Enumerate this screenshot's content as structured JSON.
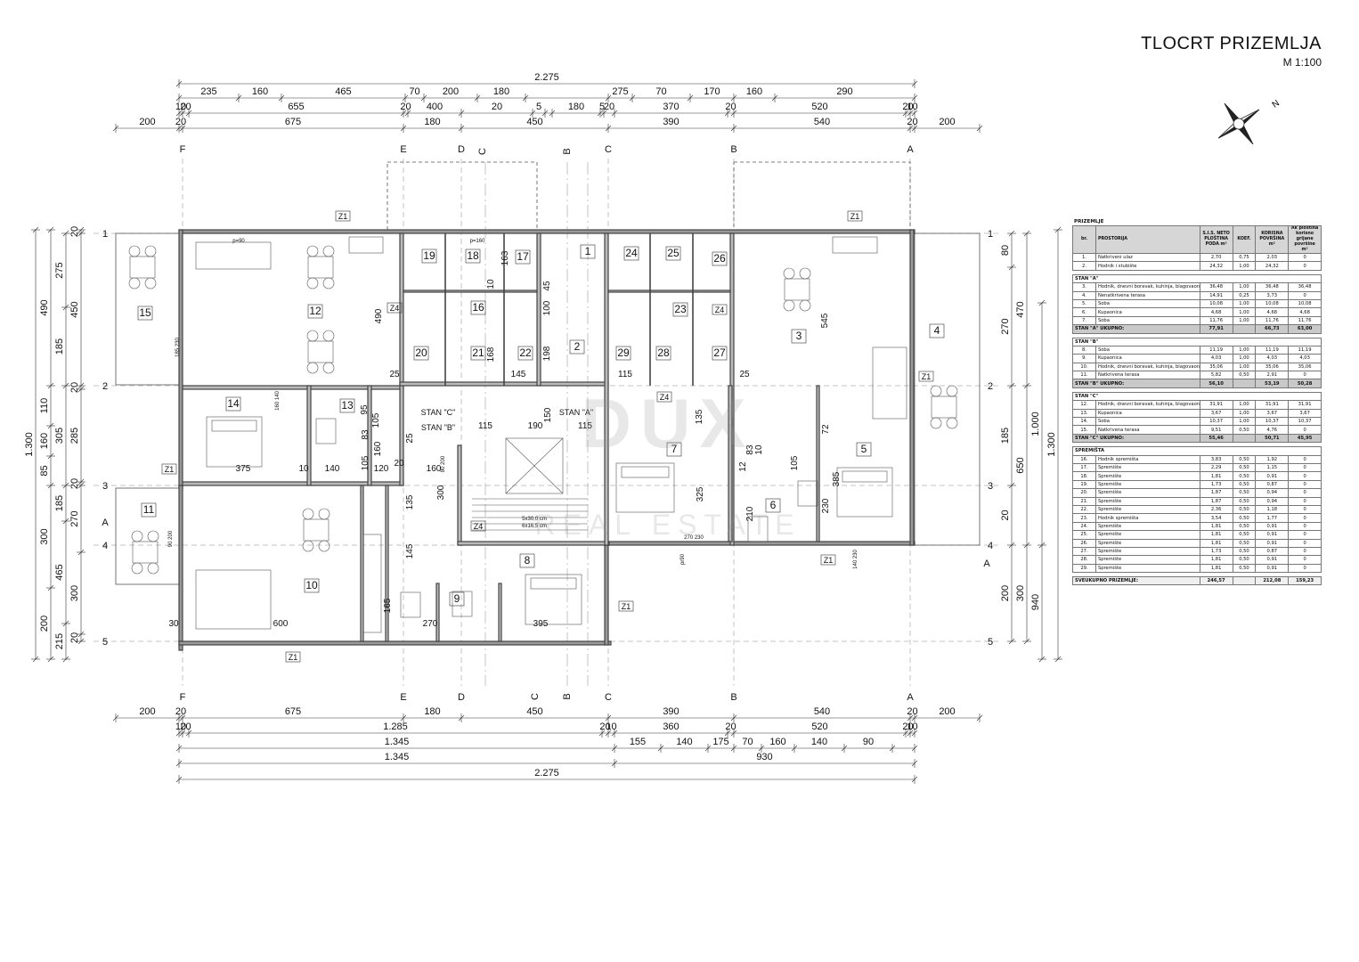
{
  "title": {
    "main": "TLOCRT PRIZEMLJA",
    "scale": "M 1:100"
  },
  "watermark": {
    "brand": "DUX",
    "sub": "REAL ESTATE"
  },
  "legend": {
    "heading": "PRIZEMLJE",
    "columns": [
      "br.",
      "PROSTORIJA",
      "S.I.S. NETO PLOŠTINA PODA m²",
      "KOEF.",
      "KORISNA POVRŠINA m²",
      "Ak ploština korisno grijane površine m²"
    ],
    "groups": [
      {
        "label": "",
        "rows": [
          [
            "1.",
            "Natkriveni ulaz",
            "2,70",
            "0,75",
            "2,03",
            "0"
          ],
          [
            "2.",
            "Hodnik i stubište",
            "24,32",
            "1,00",
            "24,32",
            "0"
          ]
        ]
      },
      {
        "label": "STAN \"A\"",
        "rows": [
          [
            "3.",
            "Hodnik, dnevni boravak, kuhinja, blagovaonica",
            "36,48",
            "1,00",
            "36,48",
            "36,48"
          ],
          [
            "4.",
            "Nenatkrivena terasa",
            "14,91",
            "0,25",
            "3,73",
            "0"
          ],
          [
            "5.",
            "Soba",
            "10,08",
            "1,00",
            "10,08",
            "10,08"
          ],
          [
            "6.",
            "Kupaonica",
            "4,68",
            "1,00",
            "4,68",
            "4,68"
          ],
          [
            "7.",
            "Soba",
            "11,76",
            "1,00",
            "11,76",
            "11,76"
          ]
        ],
        "total": [
          "STAN \"A\" UKUPNO:",
          "77,91",
          "",
          "66,73",
          "63,00"
        ]
      },
      {
        "label": "STAN \"B\"",
        "rows": [
          [
            "8.",
            "Soba",
            "11,19",
            "1,00",
            "11,19",
            "11,19"
          ],
          [
            "9.",
            "Kupaonica",
            "4,03",
            "1,00",
            "4,03",
            "4,03"
          ],
          [
            "10.",
            "Hodnik, dnevni boravak, kuhinja, blagovaonica",
            "35,06",
            "1,00",
            "35,06",
            "35,06"
          ],
          [
            "11.",
            "Natkrivena terasa",
            "5,82",
            "0,50",
            "2,91",
            "0"
          ]
        ],
        "total": [
          "STAN \"B\" UKUPNO:",
          "56,10",
          "",
          "53,19",
          "50,28"
        ]
      },
      {
        "label": "STAN \"C\"",
        "rows": [
          [
            "12.",
            "Hodnik, dnevni boravak, kuhinja, blagovaonica",
            "31,91",
            "1,00",
            "31,91",
            "31,91"
          ],
          [
            "13.",
            "Kupaonica",
            "3,67",
            "1,00",
            "3,67",
            "3,67"
          ],
          [
            "14.",
            "Soba",
            "10,37",
            "1,00",
            "10,37",
            "10,37"
          ],
          [
            "15.",
            "Natkrivena terasa",
            "9,51",
            "0,50",
            "4,76",
            "0"
          ]
        ],
        "total": [
          "STAN \"C\" UKUPNO:",
          "55,46",
          "",
          "50,71",
          "45,95"
        ]
      },
      {
        "label": "SPREMIŠTA",
        "rows": [
          [
            "16.",
            "Hodnik spremišta",
            "3,83",
            "0,50",
            "1,92",
            "0"
          ],
          [
            "17.",
            "Spremište",
            "2,29",
            "0,50",
            "1,15",
            "0"
          ],
          [
            "18.",
            "Spremište",
            "1,81",
            "0,50",
            "0,91",
            "0"
          ],
          [
            "19.",
            "Spremište",
            "1,73",
            "0,50",
            "0,87",
            "0"
          ],
          [
            "20.",
            "Spremište",
            "1,87",
            "0,50",
            "0,94",
            "0"
          ],
          [
            "21.",
            "Spremište",
            "1,87",
            "0,50",
            "0,94",
            "0"
          ],
          [
            "22.",
            "Spremište",
            "2,36",
            "0,50",
            "1,18",
            "0"
          ],
          [
            "23.",
            "Hodnik spremišta",
            "3,54",
            "0,50",
            "1,77",
            "0"
          ],
          [
            "24.",
            "Spremište",
            "1,81",
            "0,50",
            "0,91",
            "0"
          ],
          [
            "25.",
            "Spremište",
            "1,81",
            "0,50",
            "0,91",
            "0"
          ],
          [
            "26.",
            "Spremište",
            "1,81",
            "0,50",
            "0,91",
            "0"
          ],
          [
            "27.",
            "Spremište",
            "1,73",
            "0,50",
            "0,87",
            "0"
          ],
          [
            "28.",
            "Spremište",
            "1,81",
            "0,50",
            "0,91",
            "0"
          ],
          [
            "29.",
            "Spremište",
            "1,81",
            "0,50",
            "0,91",
            "0"
          ]
        ]
      }
    ],
    "grand_total": [
      "SVEUKUPNO PRIZEMLJE:",
      "246,57",
      "",
      "212,08",
      "159,23"
    ]
  },
  "plan": {
    "gridX": [
      "F",
      "E",
      "D",
      "C",
      "B",
      "A"
    ],
    "gridY": [
      "1",
      "2",
      "3",
      "4",
      "5"
    ],
    "sections": [
      "C",
      "B",
      "A"
    ],
    "topDims": {
      "total": "2.275",
      "row1": [
        "235",
        "160",
        "465",
        "70",
        "200",
        "180",
        "275",
        "70",
        "170",
        "160",
        "290"
      ],
      "row2": [
        "10",
        "20",
        "655",
        "20",
        "400",
        "20",
        "5",
        "180",
        "5",
        "20",
        "370",
        "20",
        "520",
        "20",
        "10"
      ],
      "row3": [
        "200",
        "20",
        "675",
        "180",
        "450",
        "390",
        "540",
        "20",
        "200"
      ]
    },
    "bottomDims": {
      "row1": [
        "200",
        "20",
        "675",
        "180",
        "450",
        "390",
        "540",
        "20",
        "200"
      ],
      "row2": [
        "10",
        "20",
        "1.285",
        "20",
        "10",
        "360",
        "20",
        "520",
        "20",
        "10"
      ],
      "row3": [
        "1.345",
        "155",
        "140",
        "175",
        "70",
        "160",
        "140",
        "90"
      ],
      "row4": [
        "1.345",
        "930"
      ],
      "total": "2.275"
    },
    "leftDims": {
      "outer": "1.300",
      "colA": [
        "490",
        "110",
        "160",
        "85",
        "300",
        "200"
      ],
      "colB": [
        "275",
        "185",
        "305",
        "185",
        "465",
        "215"
      ],
      "colC": [
        "20",
        "450",
        "20",
        "285",
        "20",
        "270",
        "300",
        "20"
      ]
    },
    "rightDims": {
      "outer": "1.300",
      "colA": [
        "270",
        "940",
        "1.000"
      ],
      "colB": [
        "470",
        "650",
        "300",
        "200"
      ],
      "colC": [
        "80",
        "185",
        "270",
        "20"
      ]
    },
    "rooms": [
      "1",
      "2",
      "3",
      "4",
      "5",
      "6",
      "7",
      "8",
      "9",
      "10",
      "11",
      "12",
      "13",
      "14",
      "15",
      "16",
      "17",
      "18",
      "19",
      "20",
      "21",
      "22",
      "23",
      "24",
      "25",
      "26",
      "27",
      "28",
      "29"
    ],
    "flatLabels": [
      "STAN \"C\"",
      "STAN \"B\"",
      "STAN \"A\""
    ],
    "walls": [
      "Z1",
      "Z4"
    ],
    "innerDims": [
      "490",
      "25",
      "105",
      "95",
      "83",
      "105",
      "160",
      "120",
      "140",
      "375",
      "10",
      "20",
      "160",
      "25",
      "115",
      "190",
      "115",
      "150",
      "100",
      "198",
      "163",
      "45",
      "10",
      "168",
      "145",
      "115",
      "25",
      "545",
      "135",
      "325",
      "10",
      "83",
      "12",
      "210",
      "105",
      "230",
      "385",
      "72",
      "600",
      "165",
      "270",
      "395",
      "30",
      "300",
      "135",
      "145"
    ],
    "openings": [
      "p=90",
      "p=160",
      "185 230",
      "160 140",
      "80 200",
      "90 200",
      "270 230",
      "pr90",
      "140 230"
    ],
    "stairs": [
      "5x30,0 cm",
      "6x16,5 cm"
    ]
  }
}
